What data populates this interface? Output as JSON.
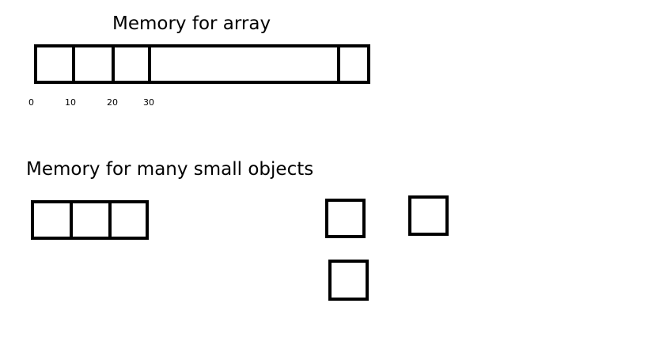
{
  "array_section": {
    "title": "Memory for array",
    "address_labels": [
      "0",
      "10",
      "20",
      "30"
    ]
  },
  "objects_section": {
    "title": "Memory for many small objects"
  }
}
